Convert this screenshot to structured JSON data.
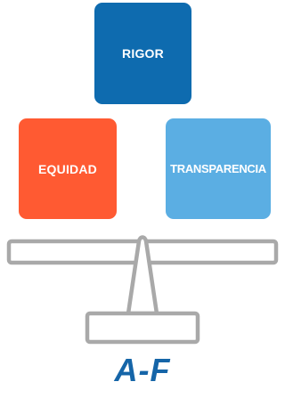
{
  "boxes": {
    "rigor": {
      "label": "RIGOR",
      "color": "#0E6BAF"
    },
    "equidad": {
      "label": "EQUIDAD",
      "color": "#FF5A32"
    },
    "transparencia": {
      "label": "TRANSPARENCIA",
      "color": "#5BAEE3"
    }
  },
  "scale": {
    "icon": "balance-scale-icon",
    "stroke_color": "#A9A9A9"
  },
  "footer": {
    "label": "A-F",
    "color": "#1565A8"
  }
}
